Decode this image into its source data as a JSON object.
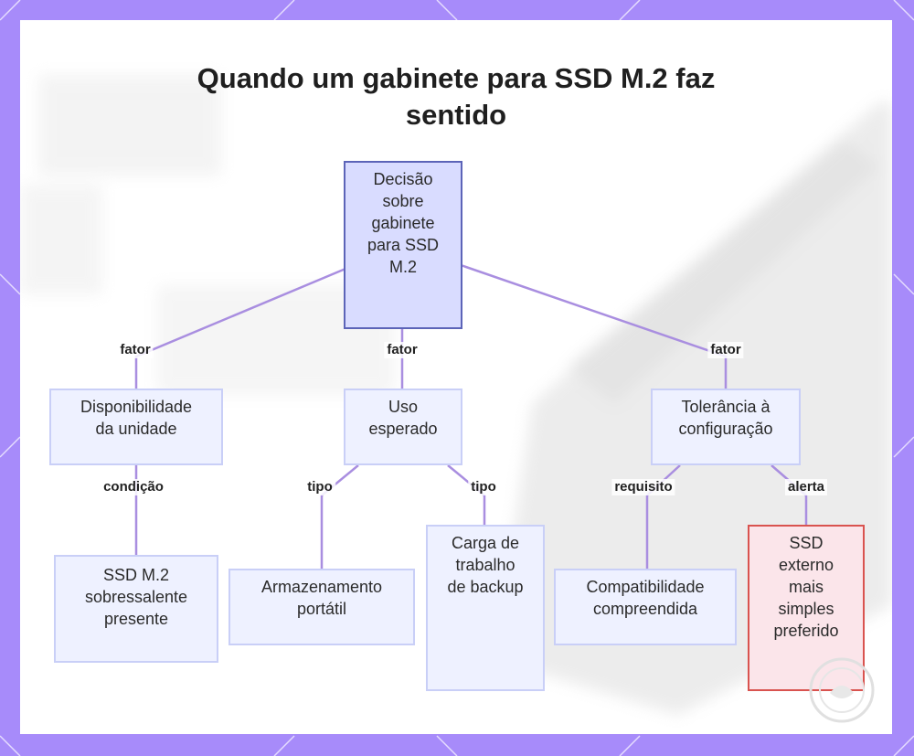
{
  "title": "Quando um gabinete para SSD M.2 faz sentido",
  "nodes": {
    "root": "Decisão sobre gabinete para SSD M.2",
    "availability": "Disponibilidade da unidade",
    "usage": "Uso esperado",
    "tolerance": "Tolerância à configuração",
    "spare_ssd": "SSD M.2 sobressalente presente",
    "portable": "Armazenamento portátil",
    "backup": "Carga de trabalho de backup",
    "compat": "Compatibilidade compreendida",
    "external": "SSD externo mais simples preferido"
  },
  "edges": {
    "root_availability": "fator",
    "root_usage": "fator",
    "root_tolerance": "fator",
    "availability_spare": "condição",
    "usage_portable": "tipo",
    "usage_backup": "tipo",
    "tolerance_compat": "requisito",
    "tolerance_external": "alerta"
  },
  "colors": {
    "frame": "#a78bfa",
    "edge_line": "#a98ee0",
    "node_fill": "#eef1ff",
    "node_border": "#c9cff7",
    "root_fill": "#d9dcff",
    "root_border": "#5c64b8",
    "alert_fill": "#fbe5ea",
    "alert_border": "#d9534f"
  }
}
